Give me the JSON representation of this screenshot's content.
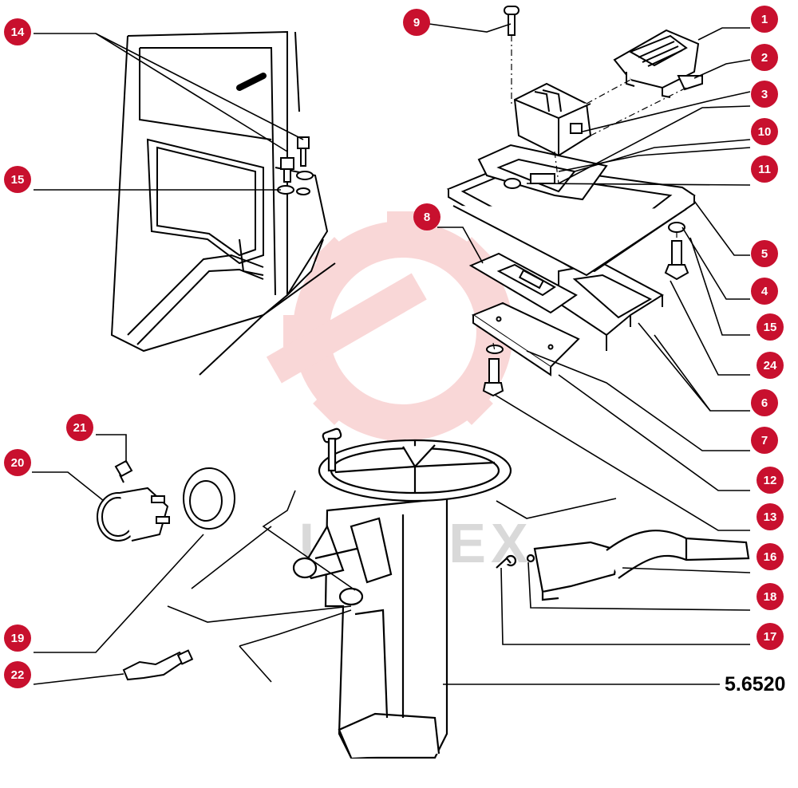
{
  "reference_number": "5.6520",
  "watermark_text": "UNITEX",
  "colors": {
    "badge": "#c8102e",
    "badge_text": "#ffffff",
    "line": "#000000",
    "watermark": "#f2a7a7"
  },
  "callouts": [
    "1",
    "2",
    "3",
    "10",
    "11",
    "5",
    "4",
    "15",
    "24",
    "6",
    "7",
    "12",
    "13",
    "16",
    "18",
    "17",
    "9",
    "8",
    "14",
    "15",
    "21",
    "20",
    "19",
    "22"
  ]
}
